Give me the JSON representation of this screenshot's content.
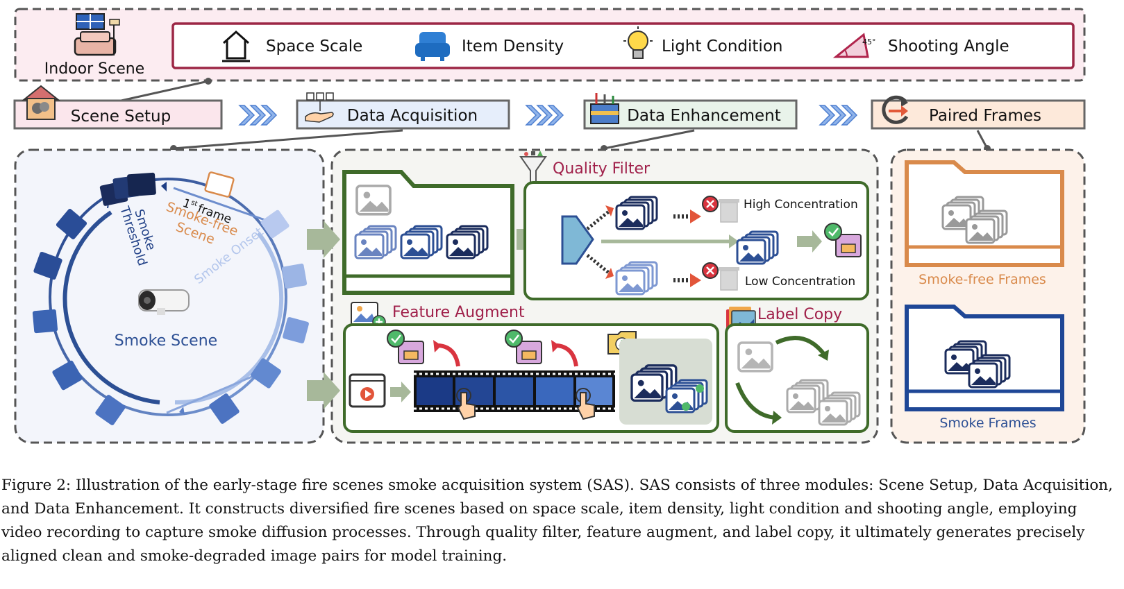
{
  "top_panel": {
    "indoor_scene": "Indoor Scene",
    "factors": [
      {
        "label": "Space Scale",
        "icon": "house-outline-icon"
      },
      {
        "label": "Item Density",
        "icon": "armchair-icon"
      },
      {
        "label": "Light Condition",
        "icon": "lightbulb-icon"
      },
      {
        "label": "Shooting Angle",
        "icon": "angle-45-icon"
      }
    ]
  },
  "pipeline": {
    "steps": [
      "Scene Setup",
      "Data Acquisition",
      "Data Enhancement",
      "Paired Frames"
    ]
  },
  "scene_panel": {
    "title": "Smoke Scene",
    "first_frame_sup": "st",
    "first_frame_prefix": "1",
    "first_frame_word": "frame",
    "smoke_free_line1": "Smoke-free",
    "smoke_free_line2": "Scene",
    "smoke_onset": "Smoke Onset",
    "smoke_threshold_line1": "Smoke",
    "smoke_threshold_line2": "Threshold"
  },
  "enhancement_panel": {
    "quality_filter": "Quality Filter",
    "high_concentration": "High Concentration",
    "low_concentration": "Low Concentration",
    "feature_augment": "Feature Augment",
    "label_copy": "Label Copy"
  },
  "paired_panel": {
    "smoke_free_frames": "Smoke-free Frames",
    "smoke_frames": "Smoke Frames"
  },
  "colors": {
    "scene_accent": "#2c4f94",
    "enhance_green": "#3f6b2a",
    "title_red": "#a0204a",
    "smoke_free_orange": "#d98a4b",
    "smoke_blue": "#1f4796"
  },
  "caption": "Figure 2: Illustration of the early-stage fire scenes smoke acquisition system (SAS). SAS consists of three modules: Scene Setup, Data Acquisition, and Data Enhancement. It constructs diversified fire scenes based on space scale, item density, light condition and shooting angle, employing video recording to capture smoke diffusion processes. Through quality filter, feature augment, and label copy, it ultimately generates precisely aligned clean and smoke-degraded image pairs for model training."
}
